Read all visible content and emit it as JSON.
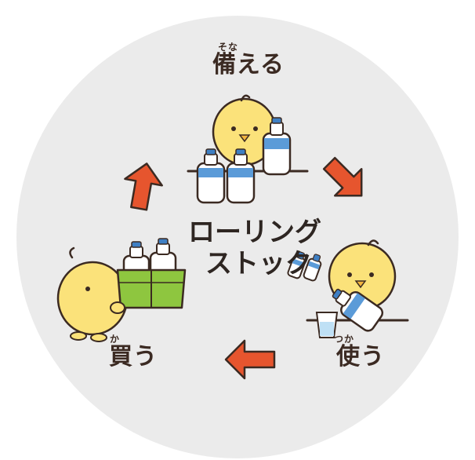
{
  "title": {
    "line1": "ローリング",
    "line2": "ストック"
  },
  "stages": [
    {
      "ruby": "そな",
      "label": "備える"
    },
    {
      "ruby": "つか",
      "label": "使う"
    },
    {
      "ruby": "か",
      "label": "買う"
    }
  ],
  "colors": {
    "circle": "#ebebeb",
    "arrow": "#e6552e",
    "chick": "#fbe27a",
    "beak": "#f2b43e",
    "bottle_cap": "#3f7fc3",
    "bottle_label": "#5b9bd8",
    "basket": "#8ec63f",
    "outline": "#3b2a22"
  }
}
